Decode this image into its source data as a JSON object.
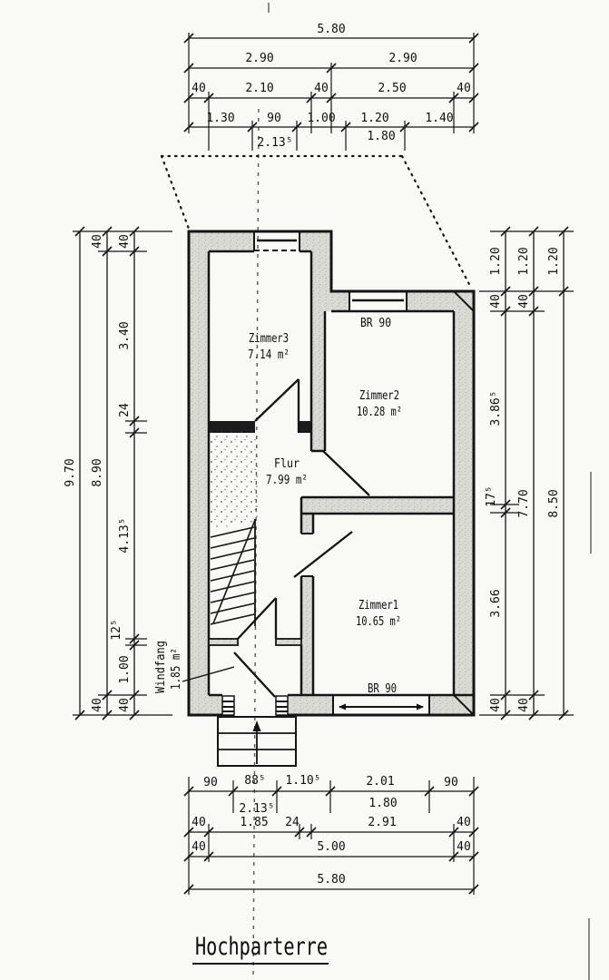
{
  "title": "Hochparterre",
  "rooms": {
    "zimmer3": {
      "name": "Zimmer3",
      "area": "7.14 m²"
    },
    "zimmer2": {
      "name": "Zimmer2",
      "area": "10.28 m²"
    },
    "zimmer1": {
      "name": "Zimmer1",
      "area": "10.65 m²"
    },
    "flur": {
      "name": "Flur",
      "area": "7.99 m²"
    },
    "windfang": {
      "name": "Windfang",
      "area": "1.85 m²"
    }
  },
  "windows": {
    "zimmer2_sill": "BR 90",
    "zimmer1_sill": "BR 90"
  },
  "dims": {
    "top": {
      "total": "5.80",
      "halves": [
        "2.90",
        "2.90"
      ],
      "axis": [
        "40",
        "2.10",
        "40",
        "2.50",
        "40"
      ],
      "detail": [
        "1.30",
        "90",
        "1.00",
        "1.20",
        "1.40"
      ],
      "sub": [
        "2.13⁵",
        "1.80"
      ]
    },
    "left": {
      "total": "9.70",
      "outer": [
        "40",
        "8.90",
        "40"
      ],
      "inner": [
        "40",
        "3.40",
        "24",
        "4.13⁵",
        "12⁵",
        "1.00",
        "40"
      ]
    },
    "right": {
      "inner": [
        "1.20",
        "40",
        "3.86⁵",
        "17⁵",
        "3.66",
        "40"
      ],
      "middle": [
        "1.20",
        "40",
        "7.70",
        "40"
      ],
      "outer": [
        "1.20",
        "8.50"
      ]
    },
    "bottom": {
      "detail": [
        "90",
        "88⁵",
        "1.10⁵",
        "2.01",
        "90"
      ],
      "sub": [
        "2.13⁵",
        "1.80"
      ],
      "axis": [
        "40",
        "1.85",
        "24",
        "2.91",
        "40"
      ],
      "clear": [
        "40",
        "5.00",
        "40"
      ],
      "total": "5.80"
    }
  }
}
